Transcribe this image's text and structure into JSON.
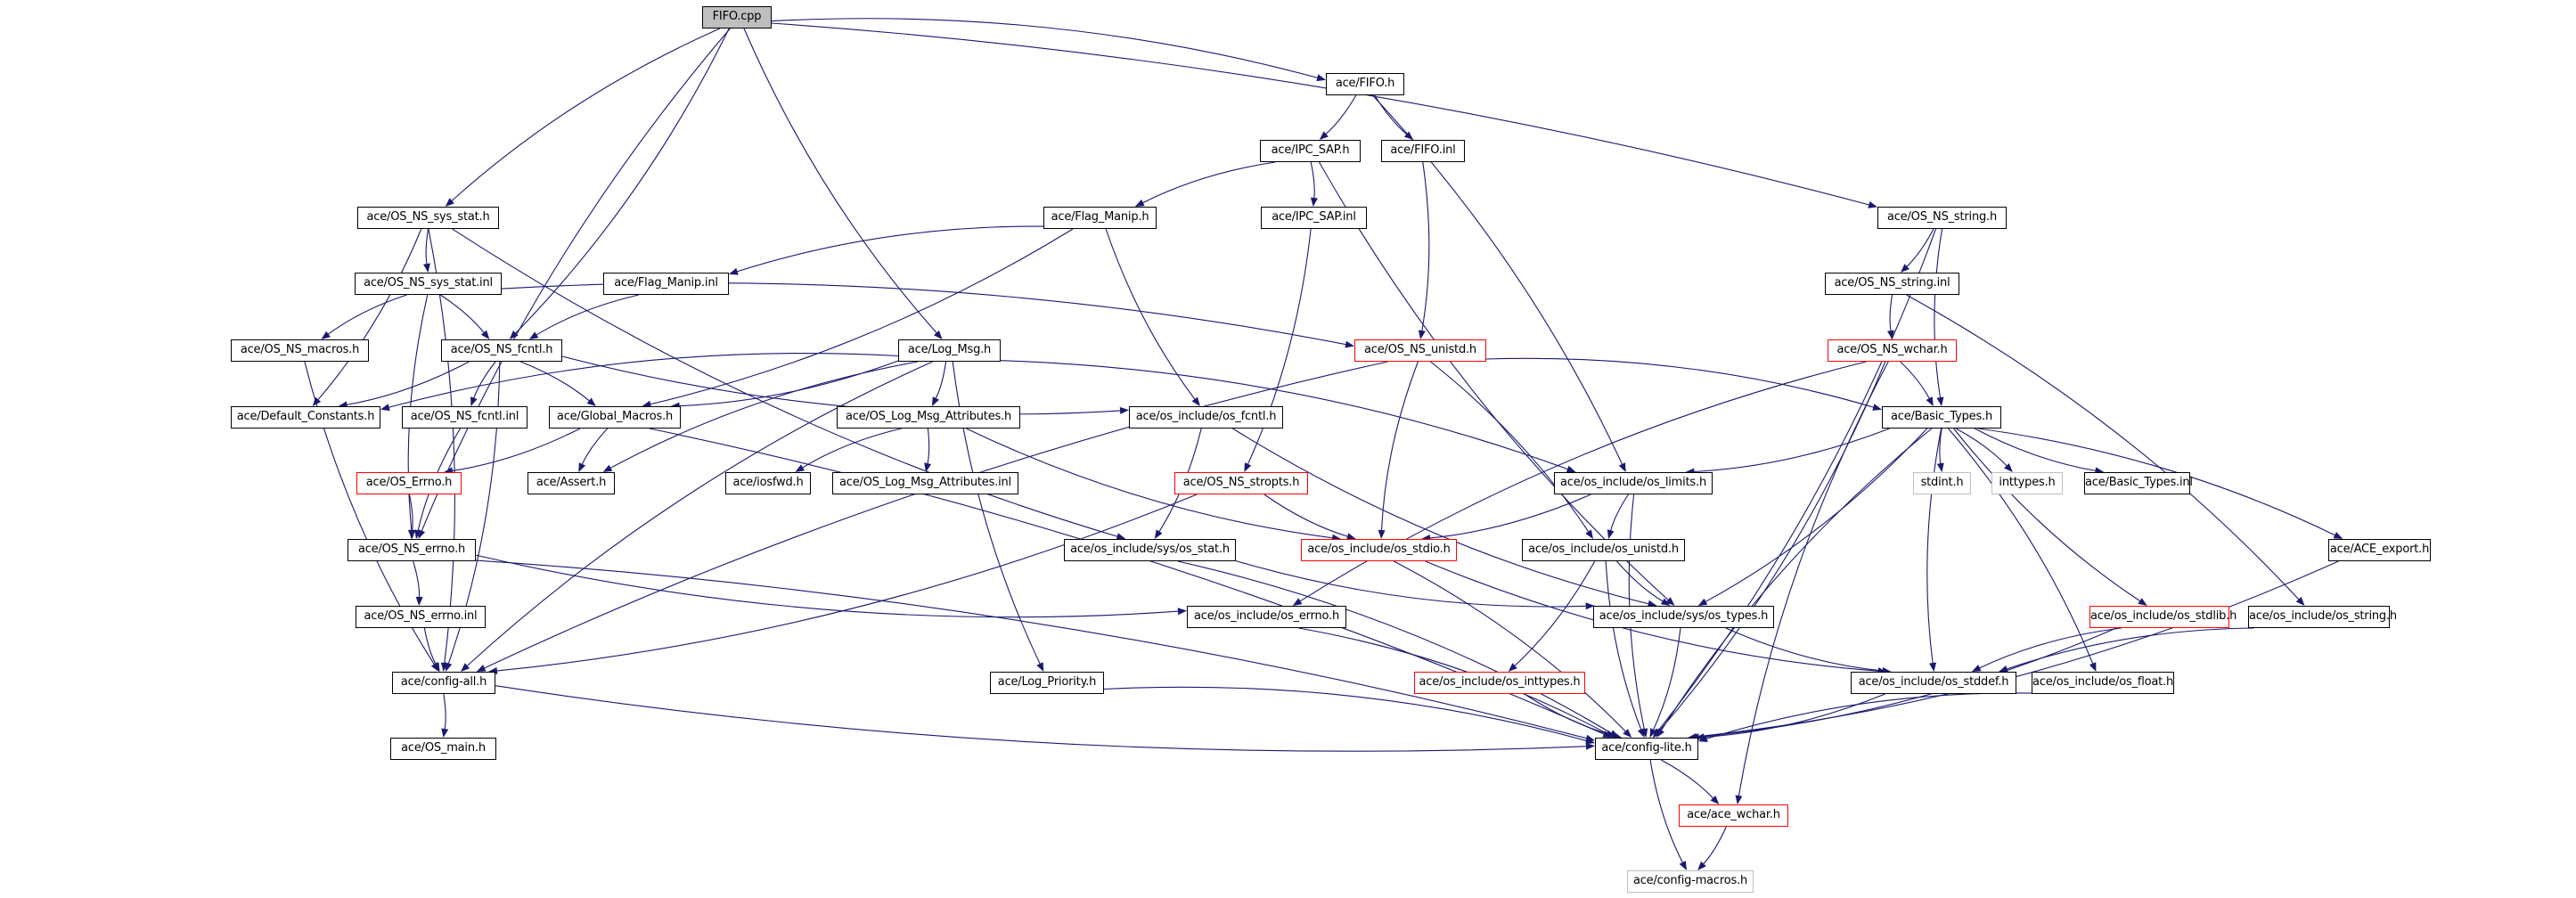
{
  "diagram": {
    "type": "include-dependency-graph",
    "legend_colors": {
      "edge": "#191970",
      "root_fill": "#bfbfbf",
      "normal_border": "#000000",
      "truncated_border": "#ff0000",
      "external_border": "#bfbfbf"
    },
    "nodes": [
      {
        "id": "fifo_cpp",
        "label": "FIFO.cpp",
        "kind": "root"
      },
      {
        "id": "fifo_h",
        "label": "ace/FIFO.h",
        "kind": "normal"
      },
      {
        "id": "ipc_sap_h",
        "label": "ace/IPC_SAP.h",
        "kind": "normal"
      },
      {
        "id": "fifo_inl",
        "label": "ace/FIFO.inl",
        "kind": "normal"
      },
      {
        "id": "flag_manip_h",
        "label": "ace/Flag_Manip.h",
        "kind": "normal"
      },
      {
        "id": "ipc_sap_inl",
        "label": "ace/IPC_SAP.inl",
        "kind": "normal"
      },
      {
        "id": "os_ns_sys_stat_h",
        "label": "ace/OS_NS_sys_stat.h",
        "kind": "normal"
      },
      {
        "id": "os_ns_string_h",
        "label": "ace/OS_NS_string.h",
        "kind": "normal"
      },
      {
        "id": "os_ns_sys_stat_inl",
        "label": "ace/OS_NS_sys_stat.inl",
        "kind": "normal"
      },
      {
        "id": "flag_manip_inl",
        "label": "ace/Flag_Manip.inl",
        "kind": "normal"
      },
      {
        "id": "os_ns_string_inl",
        "label": "ace/OS_NS_string.inl",
        "kind": "normal"
      },
      {
        "id": "os_ns_macros_h",
        "label": "ace/OS_NS_macros.h",
        "kind": "normal"
      },
      {
        "id": "os_ns_fcntl_h",
        "label": "ace/OS_NS_fcntl.h",
        "kind": "normal"
      },
      {
        "id": "log_msg_h",
        "label": "ace/Log_Msg.h",
        "kind": "normal"
      },
      {
        "id": "os_ns_unistd_h",
        "label": "ace/OS_NS_unistd.h",
        "kind": "red"
      },
      {
        "id": "os_ns_wchar_h",
        "label": "ace/OS_NS_wchar.h",
        "kind": "red"
      },
      {
        "id": "default_constants_h",
        "label": "ace/Default_Constants.h",
        "kind": "normal"
      },
      {
        "id": "os_ns_fcntl_inl",
        "label": "ace/OS_NS_fcntl.inl",
        "kind": "normal"
      },
      {
        "id": "global_macros_h",
        "label": "ace/Global_Macros.h",
        "kind": "normal"
      },
      {
        "id": "os_log_msg_attributes_h",
        "label": "ace/OS_Log_Msg_Attributes.h",
        "kind": "normal"
      },
      {
        "id": "os_fcntl_h",
        "label": "ace/os_include/os_fcntl.h",
        "kind": "normal"
      },
      {
        "id": "basic_types_h",
        "label": "ace/Basic_Types.h",
        "kind": "normal"
      },
      {
        "id": "os_errno_cap_h",
        "label": "ace/OS_Errno.h",
        "kind": "red"
      },
      {
        "id": "assert_h",
        "label": "ace/Assert.h",
        "kind": "normal"
      },
      {
        "id": "iosfwd_h",
        "label": "ace/iosfwd.h",
        "kind": "normal"
      },
      {
        "id": "os_log_msg_attributes_inl",
        "label": "ace/OS_Log_Msg_Attributes.inl",
        "kind": "normal"
      },
      {
        "id": "os_ns_stropts_h",
        "label": "ace/OS_NS_stropts.h",
        "kind": "red"
      },
      {
        "id": "os_limits_h",
        "label": "ace/os_include/os_limits.h",
        "kind": "normal"
      },
      {
        "id": "stdint_h",
        "label": "stdint.h",
        "kind": "gray"
      },
      {
        "id": "inttypes_h",
        "label": "inttypes.h",
        "kind": "gray"
      },
      {
        "id": "basic_types_inl",
        "label": "ace/Basic_Types.inl",
        "kind": "normal"
      },
      {
        "id": "os_ns_errno_h",
        "label": "ace/OS_NS_errno.h",
        "kind": "normal"
      },
      {
        "id": "sys_os_stat_h",
        "label": "ace/os_include/sys/os_stat.h",
        "kind": "normal"
      },
      {
        "id": "os_stdio_h",
        "label": "ace/os_include/os_stdio.h",
        "kind": "red"
      },
      {
        "id": "os_unistd_h",
        "label": "ace/os_include/os_unistd.h",
        "kind": "normal"
      },
      {
        "id": "ace_export_h",
        "label": "ace/ACE_export.h",
        "kind": "normal"
      },
      {
        "id": "os_ns_errno_inl",
        "label": "ace/OS_NS_errno.inl",
        "kind": "normal"
      },
      {
        "id": "os_errno_h",
        "label": "ace/os_include/os_errno.h",
        "kind": "normal"
      },
      {
        "id": "sys_os_types_h",
        "label": "ace/os_include/sys/os_types.h",
        "kind": "normal"
      },
      {
        "id": "os_stdlib_h",
        "label": "ace/os_include/os_stdlib.h",
        "kind": "red"
      },
      {
        "id": "os_string_h",
        "label": "ace/os_include/os_string.h",
        "kind": "normal"
      },
      {
        "id": "config_all_h",
        "label": "ace/config-all.h",
        "kind": "normal"
      },
      {
        "id": "log_priority_h",
        "label": "ace/Log_Priority.h",
        "kind": "normal"
      },
      {
        "id": "os_inttypes_h",
        "label": "ace/os_include/os_inttypes.h",
        "kind": "red"
      },
      {
        "id": "os_stddef_h",
        "label": "ace/os_include/os_stddef.h",
        "kind": "normal"
      },
      {
        "id": "os_float_h",
        "label": "ace/os_include/os_float.h",
        "kind": "normal"
      },
      {
        "id": "os_main_h",
        "label": "ace/OS_main.h",
        "kind": "normal"
      },
      {
        "id": "config_lite_h",
        "label": "ace/config-lite.h",
        "kind": "normal"
      },
      {
        "id": "ace_wchar_h",
        "label": "ace/ace_wchar.h",
        "kind": "red"
      },
      {
        "id": "config_macros_h",
        "label": "ace/config-macros.h",
        "kind": "gray"
      }
    ],
    "edges": [
      [
        "fifo_cpp",
        "fifo_h"
      ],
      [
        "fifo_cpp",
        "os_ns_sys_stat_h"
      ],
      [
        "fifo_cpp",
        "os_ns_string_h"
      ],
      [
        "fifo_cpp",
        "log_msg_h"
      ],
      [
        "fifo_cpp",
        "os_ns_fcntl_h"
      ],
      [
        "fifo_cpp",
        "os_ns_errno_h"
      ],
      [
        "fifo_h",
        "ipc_sap_h"
      ],
      [
        "fifo_h",
        "fifo_inl"
      ],
      [
        "fifo_h",
        "os_limits_h"
      ],
      [
        "ipc_sap_h",
        "flag_manip_h"
      ],
      [
        "ipc_sap_h",
        "ipc_sap_inl"
      ],
      [
        "ipc_sap_h",
        "sys_os_types_h"
      ],
      [
        "fifo_inl",
        "os_ns_unistd_h"
      ],
      [
        "flag_manip_h",
        "flag_manip_inl"
      ],
      [
        "flag_manip_h",
        "global_macros_h"
      ],
      [
        "flag_manip_h",
        "os_fcntl_h"
      ],
      [
        "ipc_sap_inl",
        "os_ns_stropts_h"
      ],
      [
        "os_ns_sys_stat_h",
        "os_ns_sys_stat_inl"
      ],
      [
        "os_ns_sys_stat_h",
        "default_constants_h"
      ],
      [
        "os_ns_sys_stat_h",
        "sys_os_stat_h"
      ],
      [
        "os_ns_sys_stat_h",
        "config_all_h"
      ],
      [
        "os_ns_sys_stat_inl",
        "os_ns_macros_h"
      ],
      [
        "os_ns_sys_stat_inl",
        "os_ns_fcntl_h"
      ],
      [
        "os_ns_sys_stat_inl",
        "os_ns_errno_h"
      ],
      [
        "os_ns_sys_stat_inl",
        "os_ns_unistd_h"
      ],
      [
        "flag_manip_inl",
        "os_ns_fcntl_h"
      ],
      [
        "os_ns_string_h",
        "os_ns_string_inl"
      ],
      [
        "os_ns_string_h",
        "basic_types_h"
      ],
      [
        "os_ns_string_h",
        "config_lite_h"
      ],
      [
        "os_ns_string_inl",
        "os_ns_wchar_h"
      ],
      [
        "os_ns_string_inl",
        "os_string_h"
      ],
      [
        "os_ns_macros_h",
        "config_all_h"
      ],
      [
        "os_ns_fcntl_h",
        "default_constants_h"
      ],
      [
        "os_ns_fcntl_h",
        "os_ns_fcntl_inl"
      ],
      [
        "os_ns_fcntl_h",
        "global_macros_h"
      ],
      [
        "os_ns_fcntl_h",
        "os_fcntl_h"
      ],
      [
        "os_ns_fcntl_h",
        "config_all_h"
      ],
      [
        "log_msg_h",
        "default_constants_h"
      ],
      [
        "log_msg_h",
        "global_macros_h"
      ],
      [
        "log_msg_h",
        "assert_h"
      ],
      [
        "log_msg_h",
        "os_log_msg_attributes_h"
      ],
      [
        "log_msg_h",
        "log_priority_h"
      ],
      [
        "log_msg_h",
        "os_limits_h"
      ],
      [
        "log_msg_h",
        "config_all_h"
      ],
      [
        "os_ns_unistd_h",
        "basic_types_h"
      ],
      [
        "os_ns_unistd_h",
        "os_stdio_h"
      ],
      [
        "os_ns_unistd_h",
        "os_unistd_h"
      ],
      [
        "os_ns_unistd_h",
        "config_all_h"
      ],
      [
        "os_ns_wchar_h",
        "basic_types_h"
      ],
      [
        "os_ns_wchar_h",
        "os_errno_h"
      ],
      [
        "os_ns_wchar_h",
        "config_lite_h"
      ],
      [
        "os_ns_fcntl_inl",
        "os_ns_errno_h"
      ],
      [
        "global_macros_h",
        "os_errno_cap_h"
      ],
      [
        "global_macros_h",
        "assert_h"
      ],
      [
        "global_macros_h",
        "config_lite_h"
      ],
      [
        "os_log_msg_attributes_h",
        "iosfwd_h"
      ],
      [
        "os_log_msg_attributes_h",
        "os_log_msg_attributes_inl"
      ],
      [
        "os_log_msg_attributes_h",
        "os_stdio_h"
      ],
      [
        "os_fcntl_h",
        "sys_os_stat_h"
      ],
      [
        "os_fcntl_h",
        "sys_os_types_h"
      ],
      [
        "basic_types_h",
        "os_limits_h"
      ],
      [
        "basic_types_h",
        "stdint_h"
      ],
      [
        "basic_types_h",
        "inttypes_h"
      ],
      [
        "basic_types_h",
        "basic_types_inl"
      ],
      [
        "basic_types_h",
        "ace_export_h"
      ],
      [
        "basic_types_h",
        "os_stdlib_h"
      ],
      [
        "basic_types_h",
        "os_float_h"
      ],
      [
        "basic_types_h",
        "os_stddef_h"
      ],
      [
        "basic_types_h",
        "sys_os_types_h"
      ],
      [
        "basic_types_h",
        "config_lite_h"
      ],
      [
        "os_errno_cap_h",
        "os_ns_errno_h"
      ],
      [
        "os_ns_stropts_h",
        "os_stdio_h"
      ],
      [
        "os_ns_stropts_h",
        "config_all_h"
      ],
      [
        "os_limits_h",
        "os_unistd_h"
      ],
      [
        "os_limits_h",
        "os_stdio_h"
      ],
      [
        "os_limits_h",
        "config_lite_h"
      ],
      [
        "os_ns_errno_h",
        "os_ns_errno_inl"
      ],
      [
        "os_ns_errno_h",
        "os_errno_h"
      ],
      [
        "os_ns_errno_h",
        "config_lite_h"
      ],
      [
        "sys_os_stat_h",
        "sys_os_types_h"
      ],
      [
        "sys_os_stat_h",
        "config_lite_h"
      ],
      [
        "os_stdio_h",
        "os_stddef_h"
      ],
      [
        "os_stdio_h",
        "config_lite_h"
      ],
      [
        "os_unistd_h",
        "sys_os_types_h"
      ],
      [
        "os_unistd_h",
        "os_inttypes_h"
      ],
      [
        "os_unistd_h",
        "config_lite_h"
      ],
      [
        "ace_export_h",
        "config_lite_h"
      ],
      [
        "os_ns_errno_inl",
        "config_all_h"
      ],
      [
        "os_errno_h",
        "config_lite_h"
      ],
      [
        "sys_os_types_h",
        "os_stddef_h"
      ],
      [
        "sys_os_types_h",
        "config_lite_h"
      ],
      [
        "os_stdlib_h",
        "os_stddef_h"
      ],
      [
        "os_stdlib_h",
        "config_lite_h"
      ],
      [
        "os_string_h",
        "os_stddef_h"
      ],
      [
        "config_all_h",
        "os_main_h"
      ],
      [
        "config_all_h",
        "config_lite_h"
      ],
      [
        "log_priority_h",
        "config_lite_h"
      ],
      [
        "os_inttypes_h",
        "config_lite_h"
      ],
      [
        "os_stddef_h",
        "config_lite_h"
      ],
      [
        "os_float_h",
        "config_lite_h"
      ],
      [
        "config_lite_h",
        "ace_wchar_h"
      ],
      [
        "config_lite_h",
        "config_macros_h"
      ],
      [
        "ace_wchar_h",
        "config_macros_h"
      ],
      [
        "os_ns_wchar_h",
        "ace_wchar_h"
      ]
    ]
  }
}
